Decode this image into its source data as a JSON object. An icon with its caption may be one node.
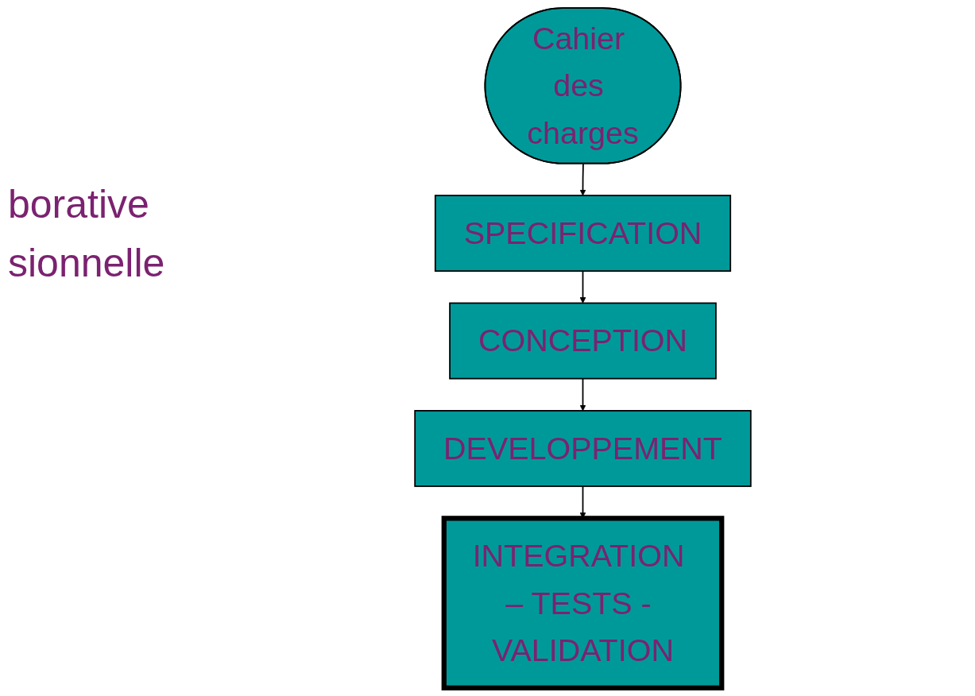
{
  "diagram": {
    "nodes": [
      {
        "text": [
          "Cahier des charges"
        ]
      },
      {
        "text": [
          "SPECIFICATION"
        ]
      },
      {
        "text": [
          "CONCEPTION"
        ]
      },
      {
        "text": [
          "DEVELOPPEMENT"
        ]
      },
      {
        "text": [
          "INTEGRATION – TESTS - VALIDATION"
        ]
      }
    ],
    "edges": [
      {
        "from": 0,
        "to": 1,
        "arrow": "to"
      },
      {
        "from": 1,
        "to": 2,
        "arrow": "to"
      },
      {
        "from": 2,
        "to": 3,
        "arrow": "to"
      },
      {
        "from": 3,
        "to": 4,
        "arrow": "to"
      }
    ],
    "labels": [
      "borative",
      "sionnelle"
    ]
  }
}
